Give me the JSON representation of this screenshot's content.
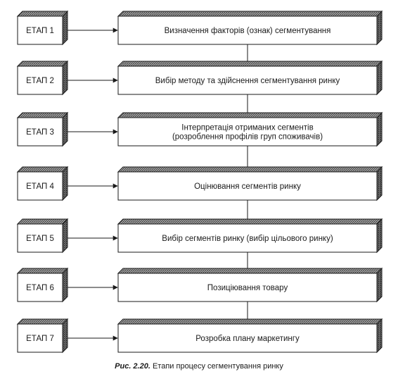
{
  "diagram": {
    "stages": [
      {
        "stage": "ЕТАП 1",
        "lines": [
          "Визначення факторів (ознак) сегментування"
        ]
      },
      {
        "stage": "ЕТАП 2",
        "lines": [
          "Вибір методу та здійснення сегментування ринку"
        ]
      },
      {
        "stage": "ЕТАП 3",
        "lines": [
          "Інтерпретація отриманих сегментів",
          "(розроблення профілів груп споживачів)"
        ]
      },
      {
        "stage": "ЕТАП 4",
        "lines": [
          "Оцінювання сегментів ринку"
        ]
      },
      {
        "stage": "ЕТАП 5",
        "lines": [
          "Вибір сегментів ринку (вибір цільового ринку)"
        ]
      },
      {
        "stage": "ЕТАП 6",
        "lines": [
          "Позиціювання товару"
        ]
      },
      {
        "stage": "ЕТАП 7",
        "lines": [
          "Розробка плану маркетингу"
        ]
      }
    ],
    "colors": {
      "line": "#1a1a1a",
      "box_fill": "#ffffff",
      "shade_top": "#8c8c8c",
      "shade_side": "#5a5a5a"
    }
  },
  "caption": {
    "figure": "Рис. 2.20.",
    "text": "Етапи процесу сегментування ринку"
  }
}
